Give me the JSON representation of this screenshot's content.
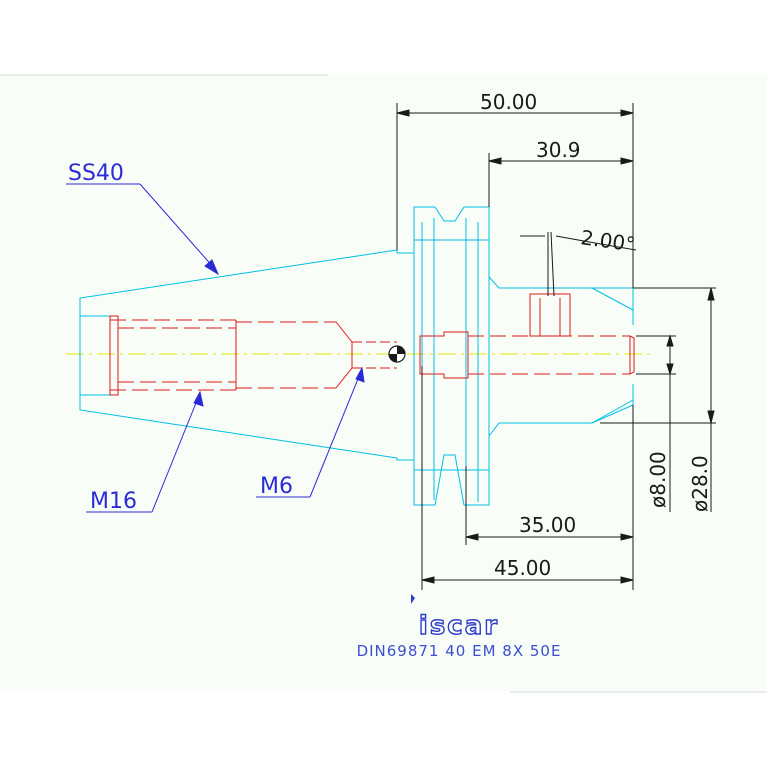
{
  "colors": {
    "sheet": "#f8fdf8",
    "background": "#ffffff",
    "dimension": "#1a1a1a",
    "outline": "#00bfe6",
    "internal": "#e01a1a",
    "center_line": "#e6e600",
    "callout": "#2b2bd6",
    "logo": "#2b3ec8",
    "caption": "#3a4fd0"
  },
  "dimensions": {
    "overall_length": "50.00",
    "flange_to_end": "30.9",
    "angle": "2.00°",
    "bore": "ø8.00",
    "outer_diameter": "ø28.0",
    "depth_35": "35.00",
    "depth_45": "45.00"
  },
  "callouts": {
    "taper": "SS40",
    "thread_large": "M16",
    "thread_small": "M6"
  },
  "title_block": {
    "logo_text": "iscar",
    "designation": "DIN69871 40 EM 8X 50E"
  }
}
